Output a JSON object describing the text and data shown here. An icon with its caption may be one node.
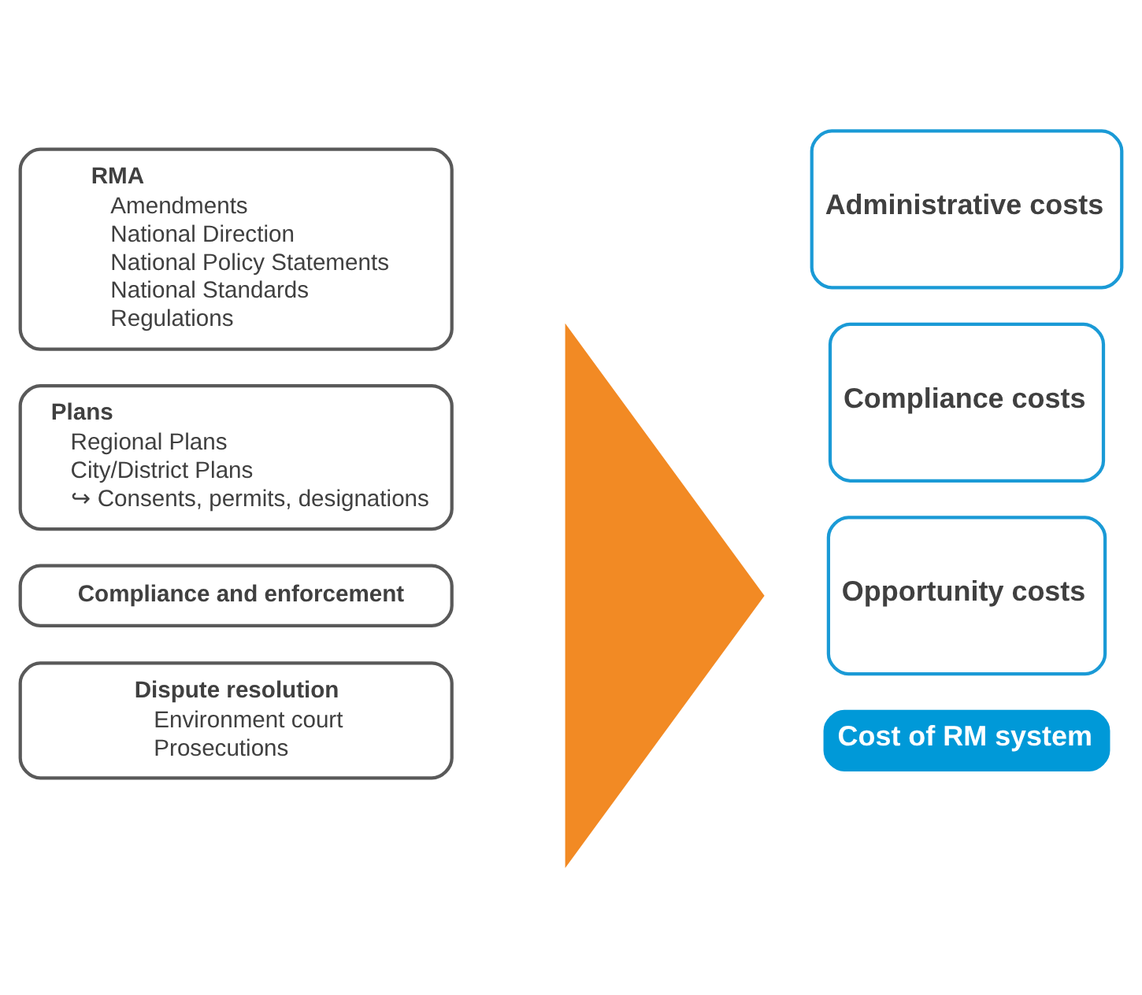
{
  "diagram": {
    "nodes": [
      {
        "text": [
          "RMA",
          "Amendments",
          "National Direction",
          "National Policy Statements",
          "National Standards",
          "Regulations"
        ]
      },
      {
        "text": [
          "Plans",
          "Regional Plans",
          "City/District Plans",
          "↪ Consents, permits, designations"
        ]
      },
      {
        "text": [
          "Compliance and enforcement"
        ]
      },
      {
        "text": [
          "Dispute resolution",
          "Environment court",
          "Prosecutions"
        ]
      },
      {
        "text": [],
        "shape": "triangle"
      },
      {
        "text": [
          "Administrative costs"
        ]
      },
      {
        "text": [
          "Compliance costs"
        ]
      },
      {
        "text": [
          "Opportunity costs"
        ]
      },
      {
        "text": [
          "Cost of RM system"
        ]
      }
    ],
    "edges": []
  }
}
